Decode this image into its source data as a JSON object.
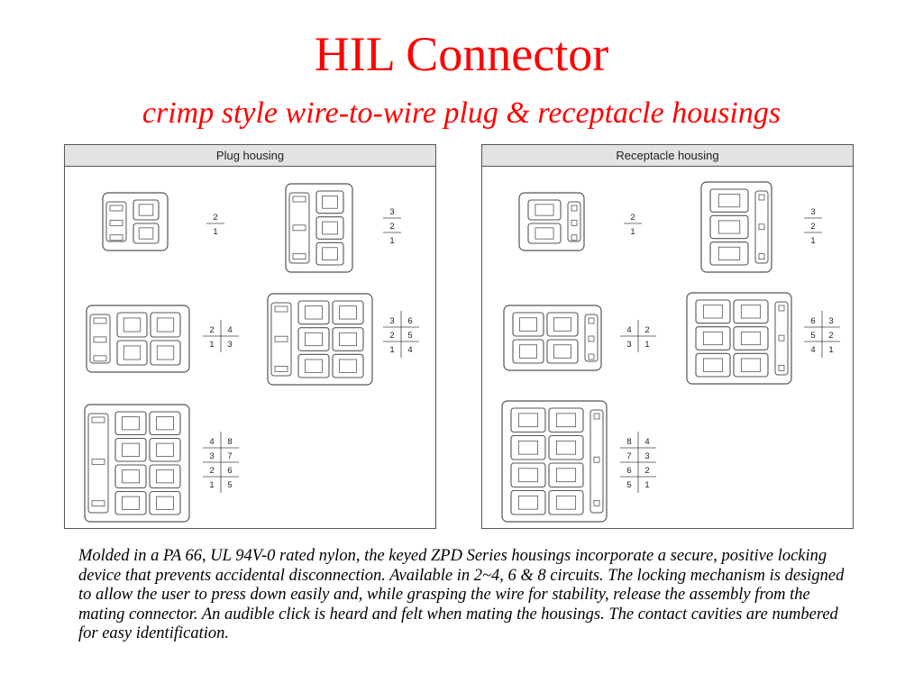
{
  "title": "HIL Connector",
  "subtitle": "crimp style wire-to-wire plug & receptacle housings",
  "plug_panel": {
    "header": "Plug housing",
    "connectors": [
      {
        "circuits": 2,
        "pins": [
          [
            "2"
          ],
          [
            "1"
          ]
        ]
      },
      {
        "circuits": 3,
        "pins": [
          [
            "3"
          ],
          [
            "2"
          ],
          [
            "1"
          ]
        ]
      },
      {
        "circuits": 4,
        "pins": [
          [
            "2",
            "4"
          ],
          [
            "1",
            "3"
          ]
        ]
      },
      {
        "circuits": 6,
        "pins": [
          [
            "3",
            "6"
          ],
          [
            "2",
            "5"
          ],
          [
            "1",
            "4"
          ]
        ]
      },
      {
        "circuits": 8,
        "pins": [
          [
            "4",
            "8"
          ],
          [
            "3",
            "7"
          ],
          [
            "2",
            "6"
          ],
          [
            "1",
            "5"
          ]
        ]
      }
    ]
  },
  "receptacle_panel": {
    "header": "Receptacle housing",
    "connectors": [
      {
        "circuits": 2,
        "pins": [
          [
            "2"
          ],
          [
            "1"
          ]
        ]
      },
      {
        "circuits": 3,
        "pins": [
          [
            "3"
          ],
          [
            "2"
          ],
          [
            "1"
          ]
        ]
      },
      {
        "circuits": 4,
        "pins": [
          [
            "4",
            "2"
          ],
          [
            "3",
            "1"
          ]
        ]
      },
      {
        "circuits": 6,
        "pins": [
          [
            "6",
            "3"
          ],
          [
            "5",
            "2"
          ],
          [
            "4",
            "1"
          ]
        ]
      },
      {
        "circuits": 8,
        "pins": [
          [
            "8",
            "4"
          ],
          [
            "7",
            "3"
          ],
          [
            "6",
            "2"
          ],
          [
            "5",
            "1"
          ]
        ]
      }
    ]
  },
  "description": "Molded in a PA 66, UL 94V-0 rated nylon, the keyed ZPD Series housings incorporate a secure, positive locking device that prevents accidental disconnection. Available in 2~4, 6 & 8 circuits.  The locking mechanism is designed to allow the user to press down easily and, while grasping the wire for stability, release the assembly from the mating connector. An audible click is heard and felt when mating the housings. The contact cavities are numbered for easy identification.",
  "colors": {
    "title": "#ff0000",
    "panel_header_bg": "#e3e3e3",
    "line": "#555555"
  }
}
